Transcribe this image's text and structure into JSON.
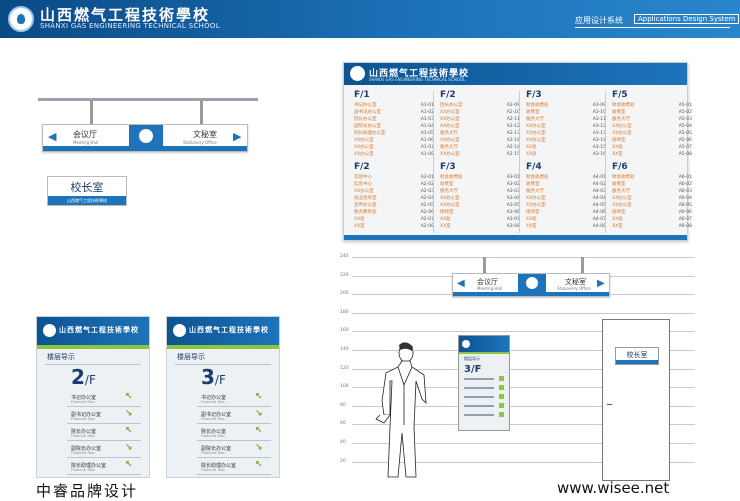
{
  "header": {
    "school_cn": "山西燃气工程技術學校",
    "school_en": "SHANXI GAS ENGINEERING TECHNICAL SCHOOL",
    "system_cn": "应用设计系统",
    "system_en": "Applications Design System"
  },
  "hanging_sign": {
    "left_label": "会议厅",
    "left_sub": "Meeting Hall",
    "right_label": "文秘室",
    "right_sub": "Stationery Office",
    "left_arrow": "◀",
    "right_arrow": "▶"
  },
  "door_plate": {
    "title": "校长室",
    "school": "山西燃气工程技術學校"
  },
  "directory": {
    "school_cn": "山西燃气工程技術學校",
    "school_en": "SHANXI GAS ENGINEERING TECHNICAL SCHOOL",
    "floors": [
      {
        "name": "F/1",
        "rows": [
          [
            "书记办公室",
            "A1-01"
          ],
          [
            "副书记办公室",
            "A1-02"
          ],
          [
            "院长办公室",
            "A1-03"
          ],
          [
            "副院长办公室",
            "A1-04"
          ],
          [
            "院长助理办公室",
            "A1-05"
          ],
          [
            "XX办公室",
            "A1-06"
          ],
          [
            "XX办公室",
            "A1-07"
          ],
          [
            "XX办公室",
            "A1-08"
          ]
        ]
      },
      {
        "name": "F/2",
        "rows": [
          [
            "团长办公室",
            "A2-09"
          ],
          [
            "XX办公室",
            "A2-10"
          ],
          [
            "XX办公室",
            "A2-11"
          ],
          [
            "XX办公室",
            "A2-12"
          ],
          [
            "服务大厅",
            "A2-13"
          ],
          [
            "XX办公室",
            "A2-14"
          ],
          [
            "服务大厅",
            "A2-14"
          ],
          [
            "XX办公室",
            "A2-15"
          ]
        ]
      },
      {
        "name": "F/3",
        "rows": [
          [
            "财会收费处",
            "A3-09"
          ],
          [
            "收费室",
            "A3-10"
          ],
          [
            "服务大厅",
            "A3-11"
          ],
          [
            "XX办公室",
            "A3-12"
          ],
          [
            "XX办公室",
            "A3-13"
          ],
          [
            "XX办公室",
            "A3-14"
          ],
          [
            "XX处",
            "A3-15"
          ],
          [
            "XX处",
            "A3-16"
          ]
        ]
      },
      {
        "name": "F/5",
        "rows": [
          [
            "财会收费处",
            "A5-01"
          ],
          [
            "收费室",
            "A5-02"
          ],
          [
            "服务大厅",
            "A5-03"
          ],
          [
            "XX办公室",
            "A5-04"
          ],
          [
            "XX办公室",
            "A5-05"
          ],
          [
            "接待室",
            "A5-06"
          ],
          [
            "XX处",
            "A5-07"
          ],
          [
            "XX室",
            "A5-08"
          ]
        ]
      },
      {
        "name": "F/2",
        "rows": [
          [
            "实验中心",
            "A2-01"
          ],
          [
            "信息中心",
            "A2-02"
          ],
          [
            "XX办公室",
            "A2-03"
          ],
          [
            "就业指导室",
            "A2-04"
          ],
          [
            "宣传办公室",
            "A2-05"
          ],
          [
            "教务教育处",
            "A2-06"
          ],
          [
            "XX处",
            "A2-07"
          ],
          [
            "XX室",
            "A2-08"
          ]
        ]
      },
      {
        "name": "F/3",
        "rows": [
          [
            "财会收费处",
            "A3-01"
          ],
          [
            "收费室",
            "A3-02"
          ],
          [
            "服务大厅",
            "A3-03"
          ],
          [
            "XX办公室",
            "A3-04"
          ],
          [
            "XX办公室",
            "A3-05"
          ],
          [
            "接待室",
            "A3-06"
          ],
          [
            "XX处",
            "A3-07"
          ],
          [
            "XX室",
            "A3-08"
          ]
        ]
      },
      {
        "name": "F/4",
        "rows": [
          [
            "财会收费处",
            "A4-01"
          ],
          [
            "收费室",
            "A4-02"
          ],
          [
            "服务大厅",
            "A4-03"
          ],
          [
            "XX办公室",
            "A4-04"
          ],
          [
            "XX办公室",
            "A4-05"
          ],
          [
            "接待室",
            "A4-06"
          ],
          [
            "XX处",
            "A4-07"
          ],
          [
            "XX室",
            "A4-08"
          ]
        ]
      },
      {
        "name": "F/6",
        "rows": [
          [
            "财会收费处",
            "A6-01"
          ],
          [
            "收费室",
            "A6-02"
          ],
          [
            "服务大厅",
            "A6-03"
          ],
          [
            "XX办公室",
            "A6-04"
          ],
          [
            "XX办公室",
            "A6-05"
          ],
          [
            "接待室",
            "A6-06"
          ],
          [
            "XX处",
            "A6-07"
          ],
          [
            "XX室",
            "A6-08"
          ]
        ]
      }
    ]
  },
  "floor_panels": [
    {
      "school": "山西燃气工程技術學校",
      "guide": "楼层导示",
      "floor_num": "2",
      "floor_suffix": "/F",
      "items": [
        [
          "书记办公室",
          "Financial Dep."
        ],
        [
          "副书记办公室",
          "Financial Dep."
        ],
        [
          "院长办公室",
          "Financial Dep."
        ],
        [
          "副院长办公室",
          "Financial Dep."
        ],
        [
          "院长助理办公室",
          "Financial Dep."
        ]
      ]
    },
    {
      "school": "山西燃气工程技術學校",
      "guide": "楼层导示",
      "floor_num": "3",
      "floor_suffix": "/F",
      "items": [
        [
          "书记办公室",
          "Financial Dep."
        ],
        [
          "副书记办公室",
          "Financial Dep."
        ],
        [
          "院长办公室",
          "Financial Dep."
        ],
        [
          "副院长办公室",
          "Financial Dep."
        ],
        [
          "院长助理办公室",
          "Financial Dep."
        ]
      ]
    }
  ],
  "scene": {
    "scale_ticks": [
      "240",
      "220",
      "200",
      "180",
      "160",
      "140",
      "120",
      "100",
      "80",
      "60",
      "40",
      "20"
    ],
    "small_panel": {
      "guide": "楼层导示",
      "floor": "3/F"
    },
    "door_plate": "校长室"
  },
  "footer": {
    "left": "中睿品牌设计",
    "right": "www.wisee.net"
  },
  "colors": {
    "blue": "#1d74bb",
    "dark_blue": "#0a4a86",
    "green": "#8cc63f",
    "orange": "#e07820"
  }
}
